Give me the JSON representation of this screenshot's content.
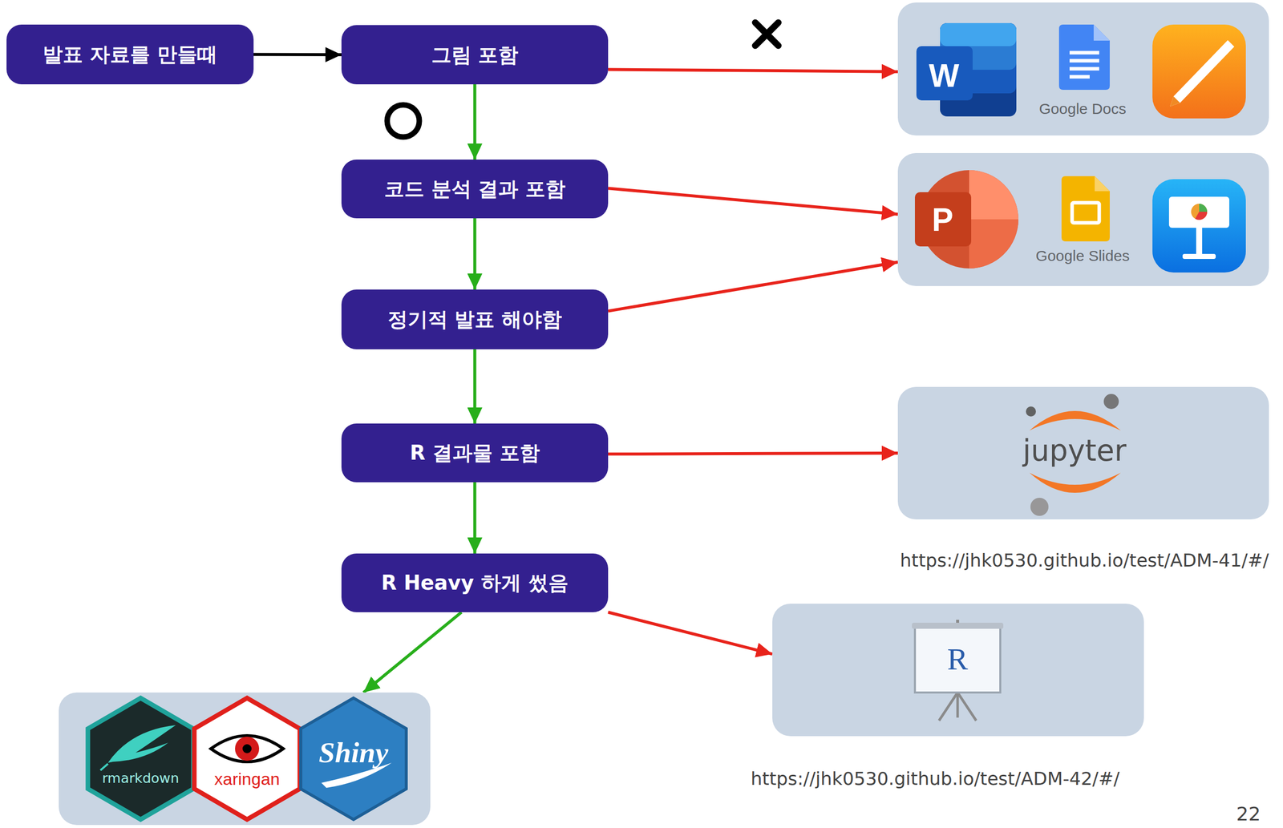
{
  "diagram": {
    "nodes": [
      {
        "text": [
          "발표 자료를 만들때"
        ]
      },
      {
        "text": [
          "그림 포함"
        ]
      },
      {
        "text": [
          "코드 분석 결과 포함"
        ]
      },
      {
        "text": [
          "정기적 발표 해야함"
        ]
      },
      {
        "text": [
          "R 결과물 포함"
        ]
      },
      {
        "text": [
          "R Heavy 하게 썼음"
        ]
      },
      {
        "text": [
          "W",
          "Google Docs"
        ]
      },
      {
        "text": [
          "P",
          "Google Slides"
        ]
      },
      {
        "text": [
          "jupyter"
        ]
      },
      {
        "text": [
          "R"
        ]
      },
      {
        "text": [
          "rmarkdown",
          "xaringan",
          "Shiny"
        ]
      }
    ],
    "edges": [
      {
        "from": 0,
        "to": 1,
        "arrow": "to"
      },
      {
        "from": 1,
        "to": 2,
        "arrow": "to"
      },
      {
        "from": 2,
        "to": 3,
        "arrow": "to"
      },
      {
        "from": 3,
        "to": 4,
        "arrow": "to"
      },
      {
        "from": 4,
        "to": 5,
        "arrow": "to"
      },
      {
        "from": 5,
        "to": 10,
        "arrow": "to"
      },
      {
        "from": 1,
        "to": 6,
        "arrow": "to"
      },
      {
        "from": 2,
        "to": 7,
        "arrow": "to"
      },
      {
        "from": 3,
        "to": 7,
        "arrow": "to"
      },
      {
        "from": 4,
        "to": 8,
        "arrow": "to"
      },
      {
        "from": 5,
        "to": 9,
        "arrow": "to"
      }
    ],
    "labels": [
      "https://jhk0530.github.io/test/ADM-41/#/",
      "https://jhk0530.github.io/test/ADM-42/#/",
      "22"
    ]
  }
}
